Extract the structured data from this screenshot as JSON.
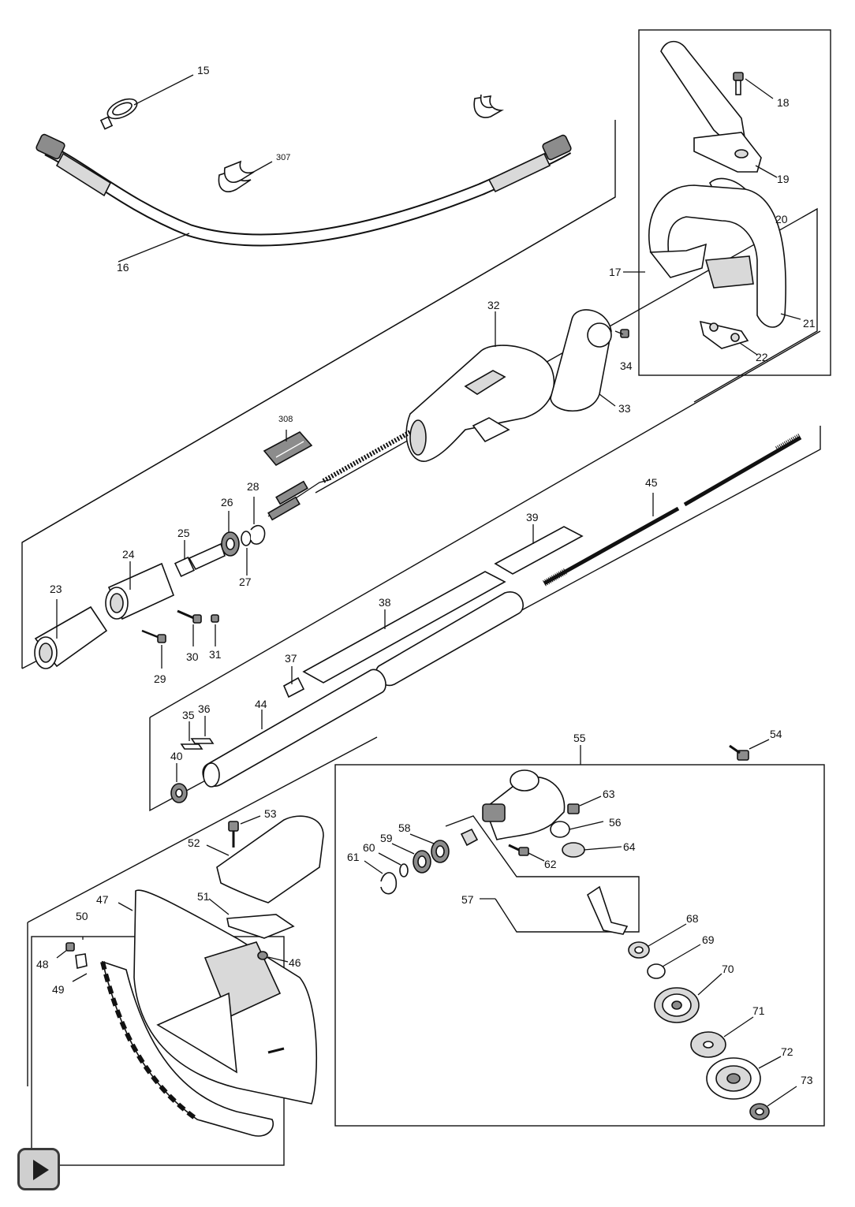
{
  "labels": {
    "p15": "15",
    "p16": "16",
    "p17": "17",
    "p18": "18",
    "p19": "19",
    "p20": "20",
    "p21": "21",
    "p22": "22",
    "p23": "23",
    "p24": "24",
    "p25": "25",
    "p26": "26",
    "p27": "27",
    "p28": "28",
    "p29": "29",
    "p30": "30",
    "p31": "31",
    "p32": "32",
    "p33": "33",
    "p34": "34",
    "p35": "35",
    "p36": "36",
    "p37": "37",
    "p38": "38",
    "p39": "39",
    "p40": "40",
    "p44": "44",
    "p45": "45",
    "p46": "46",
    "p47": "47",
    "p48": "48",
    "p49": "49",
    "p50": "50",
    "p51": "51",
    "p52": "52",
    "p53": "53",
    "p54": "54",
    "p55": "55",
    "p56": "56",
    "p57": "57",
    "p58": "58",
    "p59": "59",
    "p60": "60",
    "p61": "61",
    "p62": "62",
    "p63": "63",
    "p64": "64",
    "p68": "68",
    "p69": "69",
    "p70": "70",
    "p71": "71",
    "p72": "72",
    "p73": "73",
    "p307": "307",
    "p308": "308"
  },
  "controls": {
    "play_icon": "play-icon"
  }
}
